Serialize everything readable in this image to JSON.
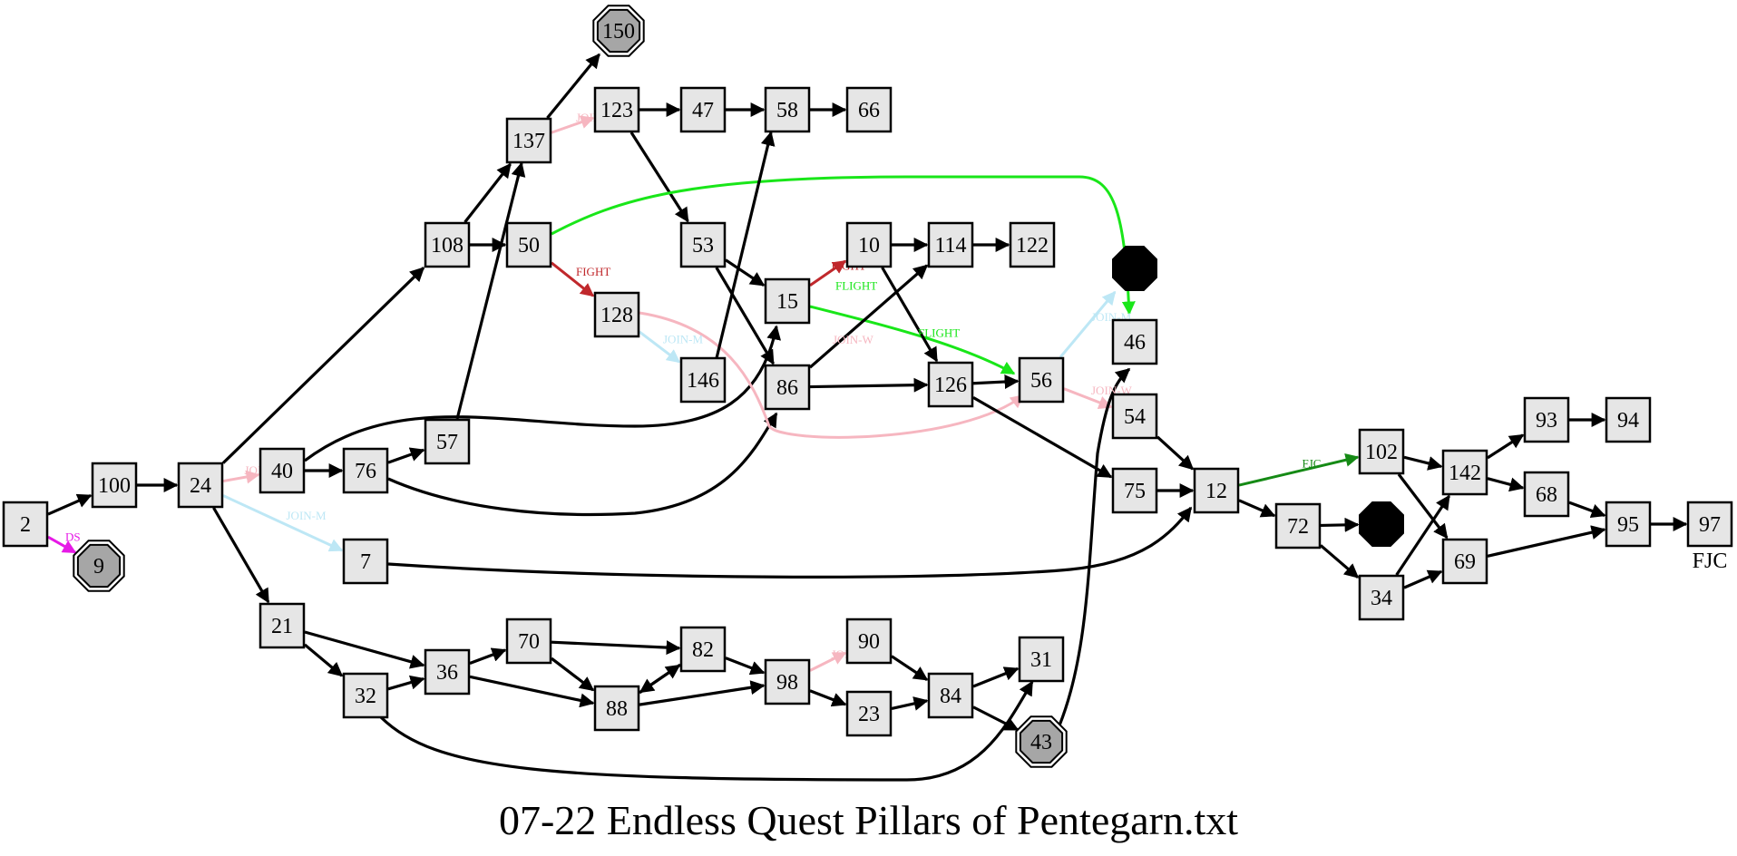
{
  "title": "07-22 Endless Quest Pillars of Pentegarn.txt",
  "colors": {
    "box_fill": "#e6e6e6",
    "stroke": "#000000",
    "end_fill": "#a6a6a6",
    "death_fill": "#000000",
    "join_w": "#f6b6c0",
    "join_m": "#bde7f5",
    "fight": "#c0282c",
    "flight": "#19e619",
    "fjc": "#158a15",
    "ds": "#e619e6"
  },
  "nodes": [
    {
      "id": "2",
      "shape": "box"
    },
    {
      "id": "100",
      "shape": "box"
    },
    {
      "id": "9",
      "shape": "end"
    },
    {
      "id": "24",
      "shape": "box"
    },
    {
      "id": "40",
      "shape": "box"
    },
    {
      "id": "7",
      "shape": "box"
    },
    {
      "id": "108",
      "shape": "box"
    },
    {
      "id": "21",
      "shape": "box"
    },
    {
      "id": "76",
      "shape": "box"
    },
    {
      "id": "57",
      "shape": "box"
    },
    {
      "id": "137",
      "shape": "box"
    },
    {
      "id": "50",
      "shape": "box"
    },
    {
      "id": "150",
      "shape": "end"
    },
    {
      "id": "123",
      "shape": "box"
    },
    {
      "id": "47",
      "shape": "box"
    },
    {
      "id": "58",
      "shape": "box"
    },
    {
      "id": "66",
      "shape": "box"
    },
    {
      "id": "53",
      "shape": "box"
    },
    {
      "id": "128",
      "shape": "box"
    },
    {
      "id": "146",
      "shape": "box"
    },
    {
      "id": "15",
      "shape": "box"
    },
    {
      "id": "86",
      "shape": "box"
    },
    {
      "id": "10",
      "shape": "box"
    },
    {
      "id": "114",
      "shape": "box"
    },
    {
      "id": "122",
      "shape": "box"
    },
    {
      "id": "126",
      "shape": "box"
    },
    {
      "id": "56",
      "shape": "box"
    },
    {
      "id": "107",
      "shape": "death"
    },
    {
      "id": "46",
      "shape": "box"
    },
    {
      "id": "54",
      "shape": "box"
    },
    {
      "id": "75",
      "shape": "box"
    },
    {
      "id": "12",
      "shape": "box"
    },
    {
      "id": "102",
      "shape": "box"
    },
    {
      "id": "72",
      "shape": "box"
    },
    {
      "id": "20",
      "shape": "death"
    },
    {
      "id": "34",
      "shape": "box"
    },
    {
      "id": "142",
      "shape": "box"
    },
    {
      "id": "69",
      "shape": "box"
    },
    {
      "id": "93",
      "shape": "box"
    },
    {
      "id": "94",
      "shape": "box"
    },
    {
      "id": "68",
      "shape": "box"
    },
    {
      "id": "95",
      "shape": "box"
    },
    {
      "id": "97",
      "shape": "box",
      "label_color": "fjc"
    },
    {
      "id": "32",
      "shape": "box"
    },
    {
      "id": "36",
      "shape": "box"
    },
    {
      "id": "70",
      "shape": "box"
    },
    {
      "id": "88",
      "shape": "box"
    },
    {
      "id": "82",
      "shape": "box"
    },
    {
      "id": "98",
      "shape": "box"
    },
    {
      "id": "90",
      "shape": "box"
    },
    {
      "id": "23",
      "shape": "box"
    },
    {
      "id": "84",
      "shape": "box"
    },
    {
      "id": "31",
      "shape": "box"
    },
    {
      "id": "43",
      "shape": "end"
    }
  ],
  "edges": [
    {
      "from": "2",
      "to": "100"
    },
    {
      "from": "2",
      "to": "9",
      "label": "DS",
      "color": "ds"
    },
    {
      "from": "100",
      "to": "24"
    },
    {
      "from": "24",
      "to": "40",
      "label": "JOIN-W",
      "color": "join_w"
    },
    {
      "from": "24",
      "to": "7",
      "label": "JOIN-M",
      "color": "join_m"
    },
    {
      "from": "24",
      "to": "108"
    },
    {
      "from": "24",
      "to": "21"
    },
    {
      "from": "40",
      "to": "76"
    },
    {
      "from": "40",
      "to": "15"
    },
    {
      "from": "76",
      "to": "57"
    },
    {
      "from": "76",
      "to": "86"
    },
    {
      "from": "57",
      "to": "137"
    },
    {
      "from": "7",
      "to": "12"
    },
    {
      "from": "108",
      "to": "137"
    },
    {
      "from": "108",
      "to": "50"
    },
    {
      "from": "137",
      "to": "150"
    },
    {
      "from": "137",
      "to": "123",
      "label": "JOIN-W",
      "color": "join_w"
    },
    {
      "from": "123",
      "to": "47"
    },
    {
      "from": "123",
      "to": "53"
    },
    {
      "from": "47",
      "to": "58"
    },
    {
      "from": "58",
      "to": "66"
    },
    {
      "from": "50",
      "to": "128",
      "label": "FIGHT",
      "color": "fight"
    },
    {
      "from": "50",
      "to": "46",
      "label": "FLIGHT",
      "color": "flight"
    },
    {
      "from": "128",
      "to": "146",
      "label": "JOIN-M",
      "color": "join_m"
    },
    {
      "from": "128",
      "to": "56",
      "label": "JOIN-W",
      "color": "join_w"
    },
    {
      "from": "146",
      "to": "58"
    },
    {
      "from": "53",
      "to": "15"
    },
    {
      "from": "53",
      "to": "86"
    },
    {
      "from": "15",
      "to": "10",
      "label": "FIGHT",
      "color": "fight"
    },
    {
      "from": "15",
      "to": "56",
      "label": "FLIGHT",
      "color": "flight"
    },
    {
      "from": "10",
      "to": "114"
    },
    {
      "from": "10",
      "to": "126"
    },
    {
      "from": "114",
      "to": "122"
    },
    {
      "from": "86",
      "to": "114"
    },
    {
      "from": "86",
      "to": "126"
    },
    {
      "from": "126",
      "to": "56"
    },
    {
      "from": "126",
      "to": "75"
    },
    {
      "from": "56",
      "to": "107",
      "label": "JOIN-M",
      "color": "join_m"
    },
    {
      "from": "56",
      "to": "54",
      "label": "JOIN-W",
      "color": "join_w"
    },
    {
      "from": "54",
      "to": "12"
    },
    {
      "from": "75",
      "to": "12"
    },
    {
      "from": "12",
      "to": "102",
      "label": "FJC",
      "color": "fjc"
    },
    {
      "from": "12",
      "to": "72"
    },
    {
      "from": "72",
      "to": "20"
    },
    {
      "from": "72",
      "to": "34"
    },
    {
      "from": "102",
      "to": "142"
    },
    {
      "from": "102",
      "to": "69"
    },
    {
      "from": "34",
      "to": "142"
    },
    {
      "from": "34",
      "to": "69"
    },
    {
      "from": "142",
      "to": "93"
    },
    {
      "from": "142",
      "to": "68"
    },
    {
      "from": "93",
      "to": "94"
    },
    {
      "from": "68",
      "to": "95"
    },
    {
      "from": "69",
      "to": "95"
    },
    {
      "from": "95",
      "to": "97"
    },
    {
      "from": "21",
      "to": "36"
    },
    {
      "from": "21",
      "to": "32"
    },
    {
      "from": "32",
      "to": "36"
    },
    {
      "from": "32",
      "to": "31"
    },
    {
      "from": "36",
      "to": "70"
    },
    {
      "from": "36",
      "to": "88"
    },
    {
      "from": "70",
      "to": "82"
    },
    {
      "from": "70",
      "to": "88"
    },
    {
      "from": "88",
      "to": "82"
    },
    {
      "from": "82",
      "to": "88"
    },
    {
      "from": "88",
      "to": "98"
    },
    {
      "from": "82",
      "to": "98"
    },
    {
      "from": "98",
      "to": "90",
      "label": "JOIN-W",
      "color": "join_w"
    },
    {
      "from": "98",
      "to": "23"
    },
    {
      "from": "90",
      "to": "84"
    },
    {
      "from": "23",
      "to": "84"
    },
    {
      "from": "84",
      "to": "31"
    },
    {
      "from": "84",
      "to": "43"
    },
    {
      "from": "43",
      "to": "46"
    }
  ],
  "extra_labels": [
    {
      "text": "FJC",
      "color": "fjc"
    }
  ]
}
